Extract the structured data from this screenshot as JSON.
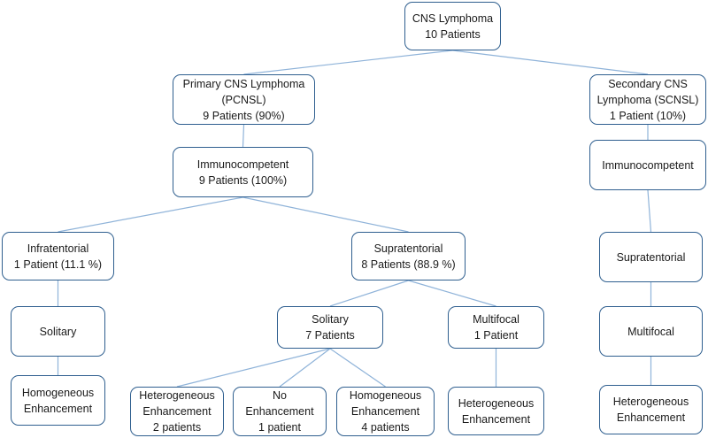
{
  "colors": {
    "border": "#2f5f8f",
    "connector": "#8fb3d9",
    "text": "#1a1a1a"
  },
  "nodes": {
    "root": {
      "lines": [
        "CNS Lymphoma",
        "10 Patients"
      ]
    },
    "pcnsl": {
      "lines": [
        "Primary CNS Lymphoma",
        "(PCNSL)",
        "9 Patients (90%)"
      ]
    },
    "scnsl": {
      "lines": [
        "Secondary CNS",
        "Lymphoma (SCNSL)",
        "1 Patient (10%)"
      ]
    },
    "p_immuno": {
      "lines": [
        "Immunocompetent",
        "9 Patients (100%)"
      ]
    },
    "s_immuno": {
      "lines": [
        "Immunocompetent"
      ]
    },
    "infra": {
      "lines": [
        "Infratentorial",
        "1 Patient (11.1 %)"
      ]
    },
    "supra": {
      "lines": [
        "Supratentorial",
        "8 Patients (88.9 %)"
      ]
    },
    "s_supra": {
      "lines": [
        "Supratentorial"
      ]
    },
    "infra_solitary": {
      "lines": [
        "Solitary"
      ]
    },
    "supra_solitary": {
      "lines": [
        "Solitary",
        "7 Patients"
      ]
    },
    "supra_multifocal": {
      "lines": [
        "Multifocal",
        "1 Patient"
      ]
    },
    "s_multifocal": {
      "lines": [
        "Multifocal"
      ]
    },
    "infra_homog": {
      "lines": [
        "Homogeneous",
        "Enhancement"
      ]
    },
    "sol_hetero": {
      "lines": [
        "Heterogeneous",
        "Enhancement",
        "2 patients"
      ]
    },
    "sol_none": {
      "lines": [
        "No",
        "Enhancement",
        "1 patient"
      ]
    },
    "sol_homog": {
      "lines": [
        "Homogeneous",
        "Enhancement",
        "4 patients"
      ]
    },
    "multi_hetero": {
      "lines": [
        "Heterogeneous",
        "Enhancement"
      ]
    },
    "s_hetero": {
      "lines": [
        "Heterogeneous",
        "Enhancement"
      ]
    }
  }
}
